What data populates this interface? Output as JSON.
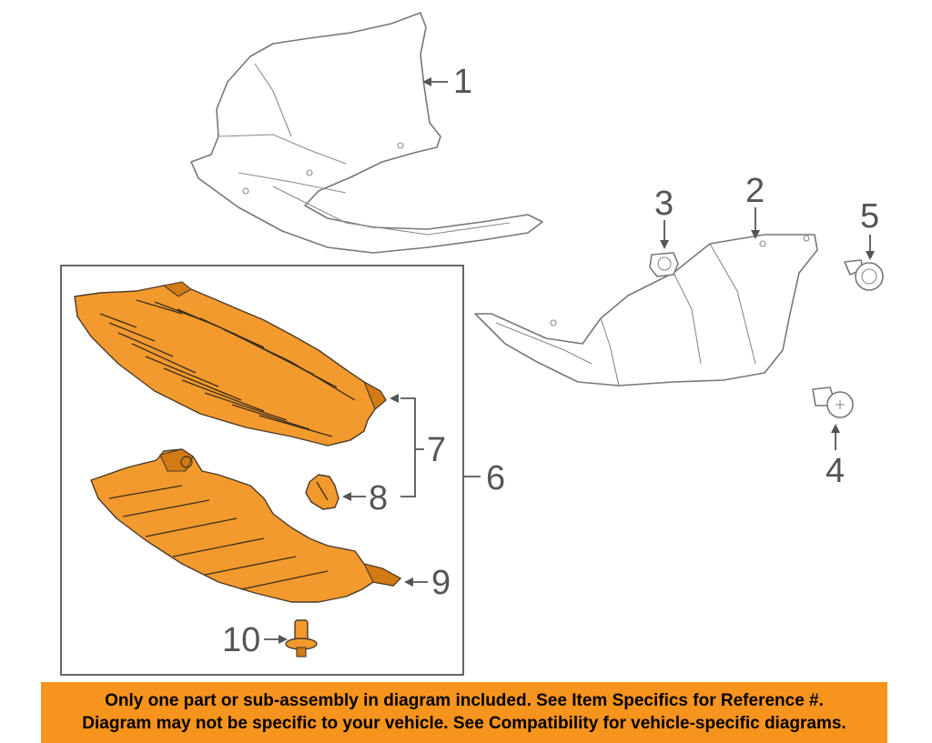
{
  "callouts": {
    "c1": "1",
    "c2": "2",
    "c3": "3",
    "c4": "4",
    "c5": "5",
    "c6": "6",
    "c7": "7",
    "c8": "8",
    "c9": "9",
    "c10": "10"
  },
  "colors": {
    "highlight_part": "#f29a2e",
    "notice_background": "#f7941d",
    "line_art": "#777777"
  },
  "notice": {
    "line1": "Only one part or sub-assembly in diagram included. See Item Specifics for Reference #.",
    "line2": "Diagram may not be specific to your vehicle. See Compatibility for vehicle-specific diagrams."
  }
}
